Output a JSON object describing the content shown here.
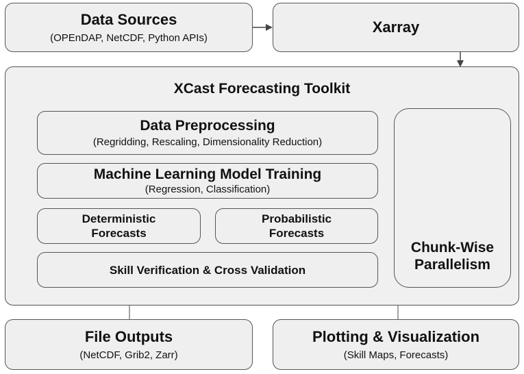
{
  "data_sources": {
    "title": "Data Sources",
    "subtitle": "(OPEnDAP, NetCDF, Python APIs)"
  },
  "xarray": {
    "title": "Xarray"
  },
  "toolkit": {
    "title": "XCast Forecasting Toolkit"
  },
  "preprocessing": {
    "title": "Data Preprocessing",
    "subtitle": "(Regridding, Rescaling, Dimensionality Reduction)"
  },
  "training": {
    "title": "Machine Learning Model Training",
    "subtitle": "(Regression, Classification)"
  },
  "deterministic": {
    "line1": "Deterministic",
    "line2": "Forecasts"
  },
  "probabilistic": {
    "line1": "Probabilistic",
    "line2": "Forecasts"
  },
  "skill": {
    "title": "Skill Verification & Cross Validation"
  },
  "parallelism": {
    "line1": "Chunk-Wise",
    "line2": "Parallelism"
  },
  "file_outputs": {
    "title": "File Outputs",
    "subtitle": "(NetCDF, Grib2, Zarr)"
  },
  "plotting": {
    "title": "Plotting & Visualization",
    "subtitle": "(Skill Maps, Forecasts)"
  }
}
